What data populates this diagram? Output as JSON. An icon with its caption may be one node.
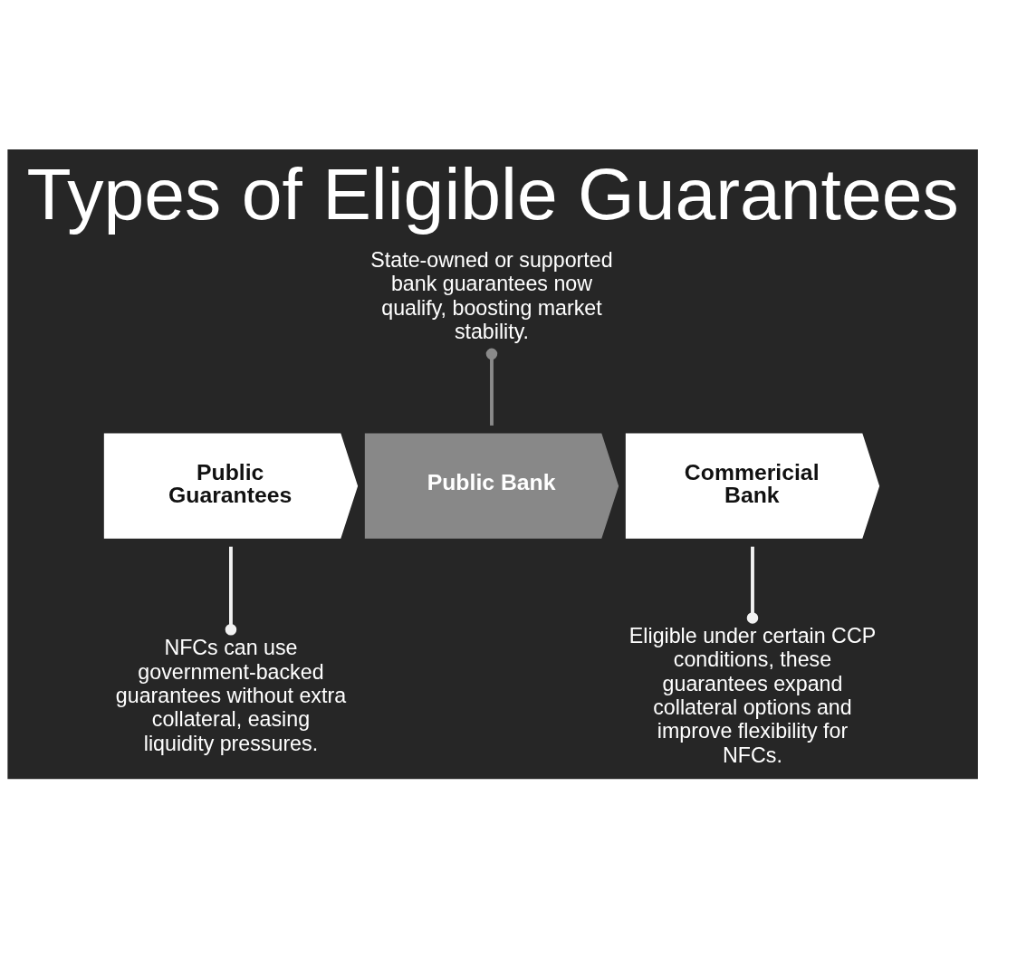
{
  "diagram": {
    "title": "Types of Eligible Guarantees",
    "nodes": [
      {
        "text": [
          "State-owned or supported bank guarantees now qualify, boosting market stability."
        ]
      },
      {
        "text": [
          "Public Guarantees"
        ]
      },
      {
        "text": [
          "Public Bank"
        ]
      },
      {
        "text": [
          "Commericial Bank"
        ]
      },
      {
        "text": [
          "NFCs can use government-backed guarantees without extra collateral, easing liquidity pressures."
        ]
      },
      {
        "text": [
          "Eligible under certain CCP conditions, these guarantees expand collateral options and improve flexibility for NFCs."
        ]
      }
    ],
    "edges": [
      {
        "from": 0,
        "to": 2,
        "arrow": "other",
        "color": "#8a8a8a"
      },
      {
        "from": 1,
        "to": 4,
        "arrow": "other"
      },
      {
        "from": 3,
        "to": 5,
        "arrow": "other"
      }
    ]
  }
}
